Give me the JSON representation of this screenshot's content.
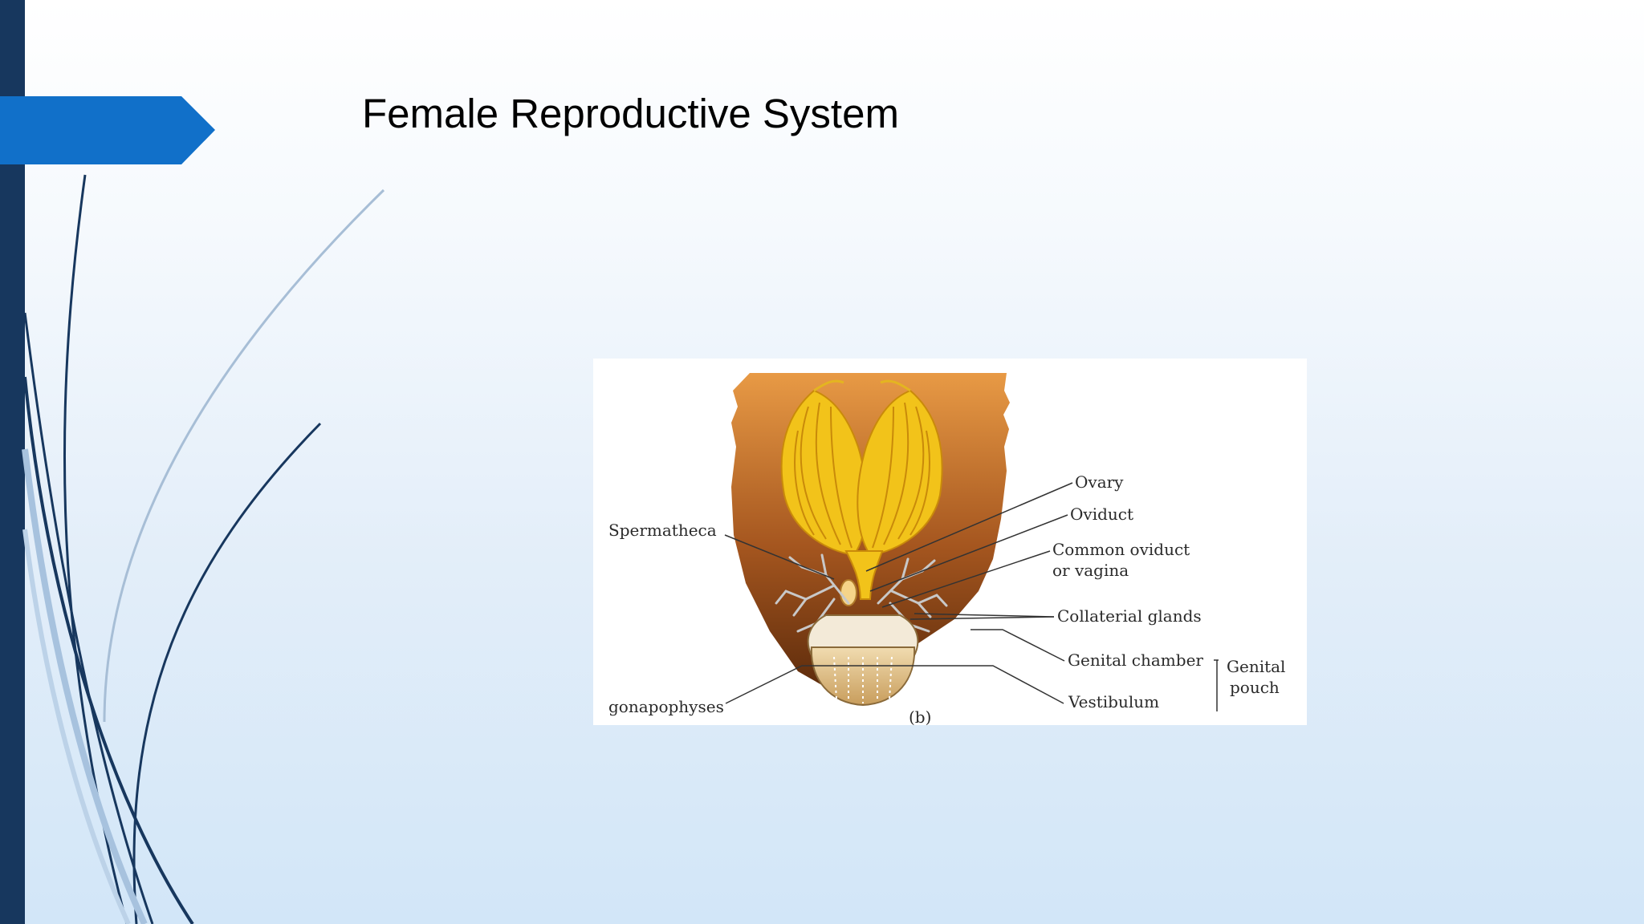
{
  "slide": {
    "title": "Female Reproductive System"
  },
  "figure": {
    "labels": {
      "ovary": "Ovary",
      "oviduct": "Oviduct",
      "common_oviduct_1": "Common oviduct",
      "common_oviduct_2": "or vagina",
      "collaterial_glands": "Collaterial glands",
      "genital_chamber": "Genital chamber",
      "vestibulum": "Vestibulum",
      "genital_pouch_1": "Genital",
      "genital_pouch_2": "pouch",
      "spermatheca": "Spermatheca",
      "gonapophyses": "gonapophyses",
      "panel": "(b)"
    }
  },
  "colors": {
    "left_bar": "#17375e",
    "arrow": "#1170c9",
    "abdomen_top": "#e89a45",
    "abdomen_bottom": "#6b3310",
    "ovary": "#f2c31a"
  }
}
